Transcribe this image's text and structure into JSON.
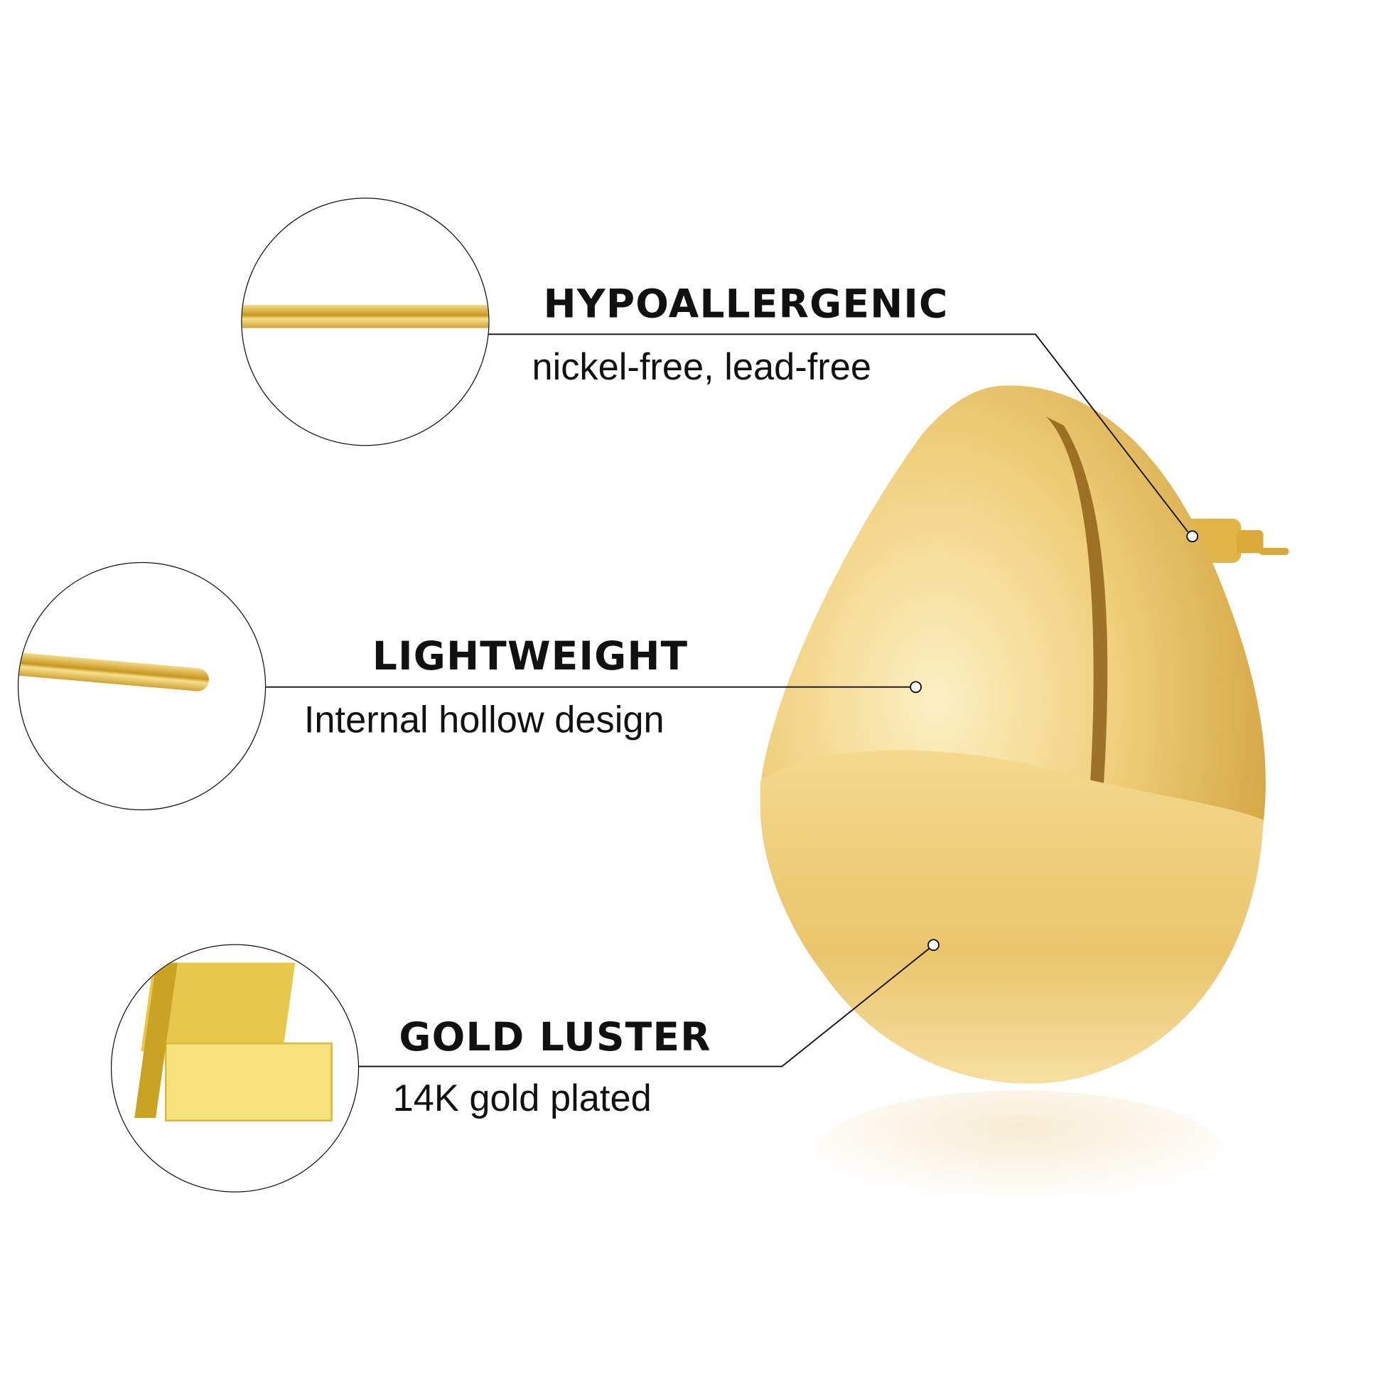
{
  "features": [
    {
      "title": "HYPOALLERGENIC",
      "subtitle": "nickel-free, lead-free",
      "icon": "wire-icon"
    },
    {
      "title": "LIGHTWEIGHT",
      "subtitle": "Internal hollow design",
      "icon": "pin-icon"
    },
    {
      "title": "GOLD LUSTER",
      "subtitle": "14K gold plated",
      "icon": "gold-bar-icon"
    }
  ],
  "colors": {
    "gold_light": "#fbe7b0",
    "gold_mid": "#e8c268",
    "gold_dark": "#c9962a",
    "line": "#111111"
  }
}
